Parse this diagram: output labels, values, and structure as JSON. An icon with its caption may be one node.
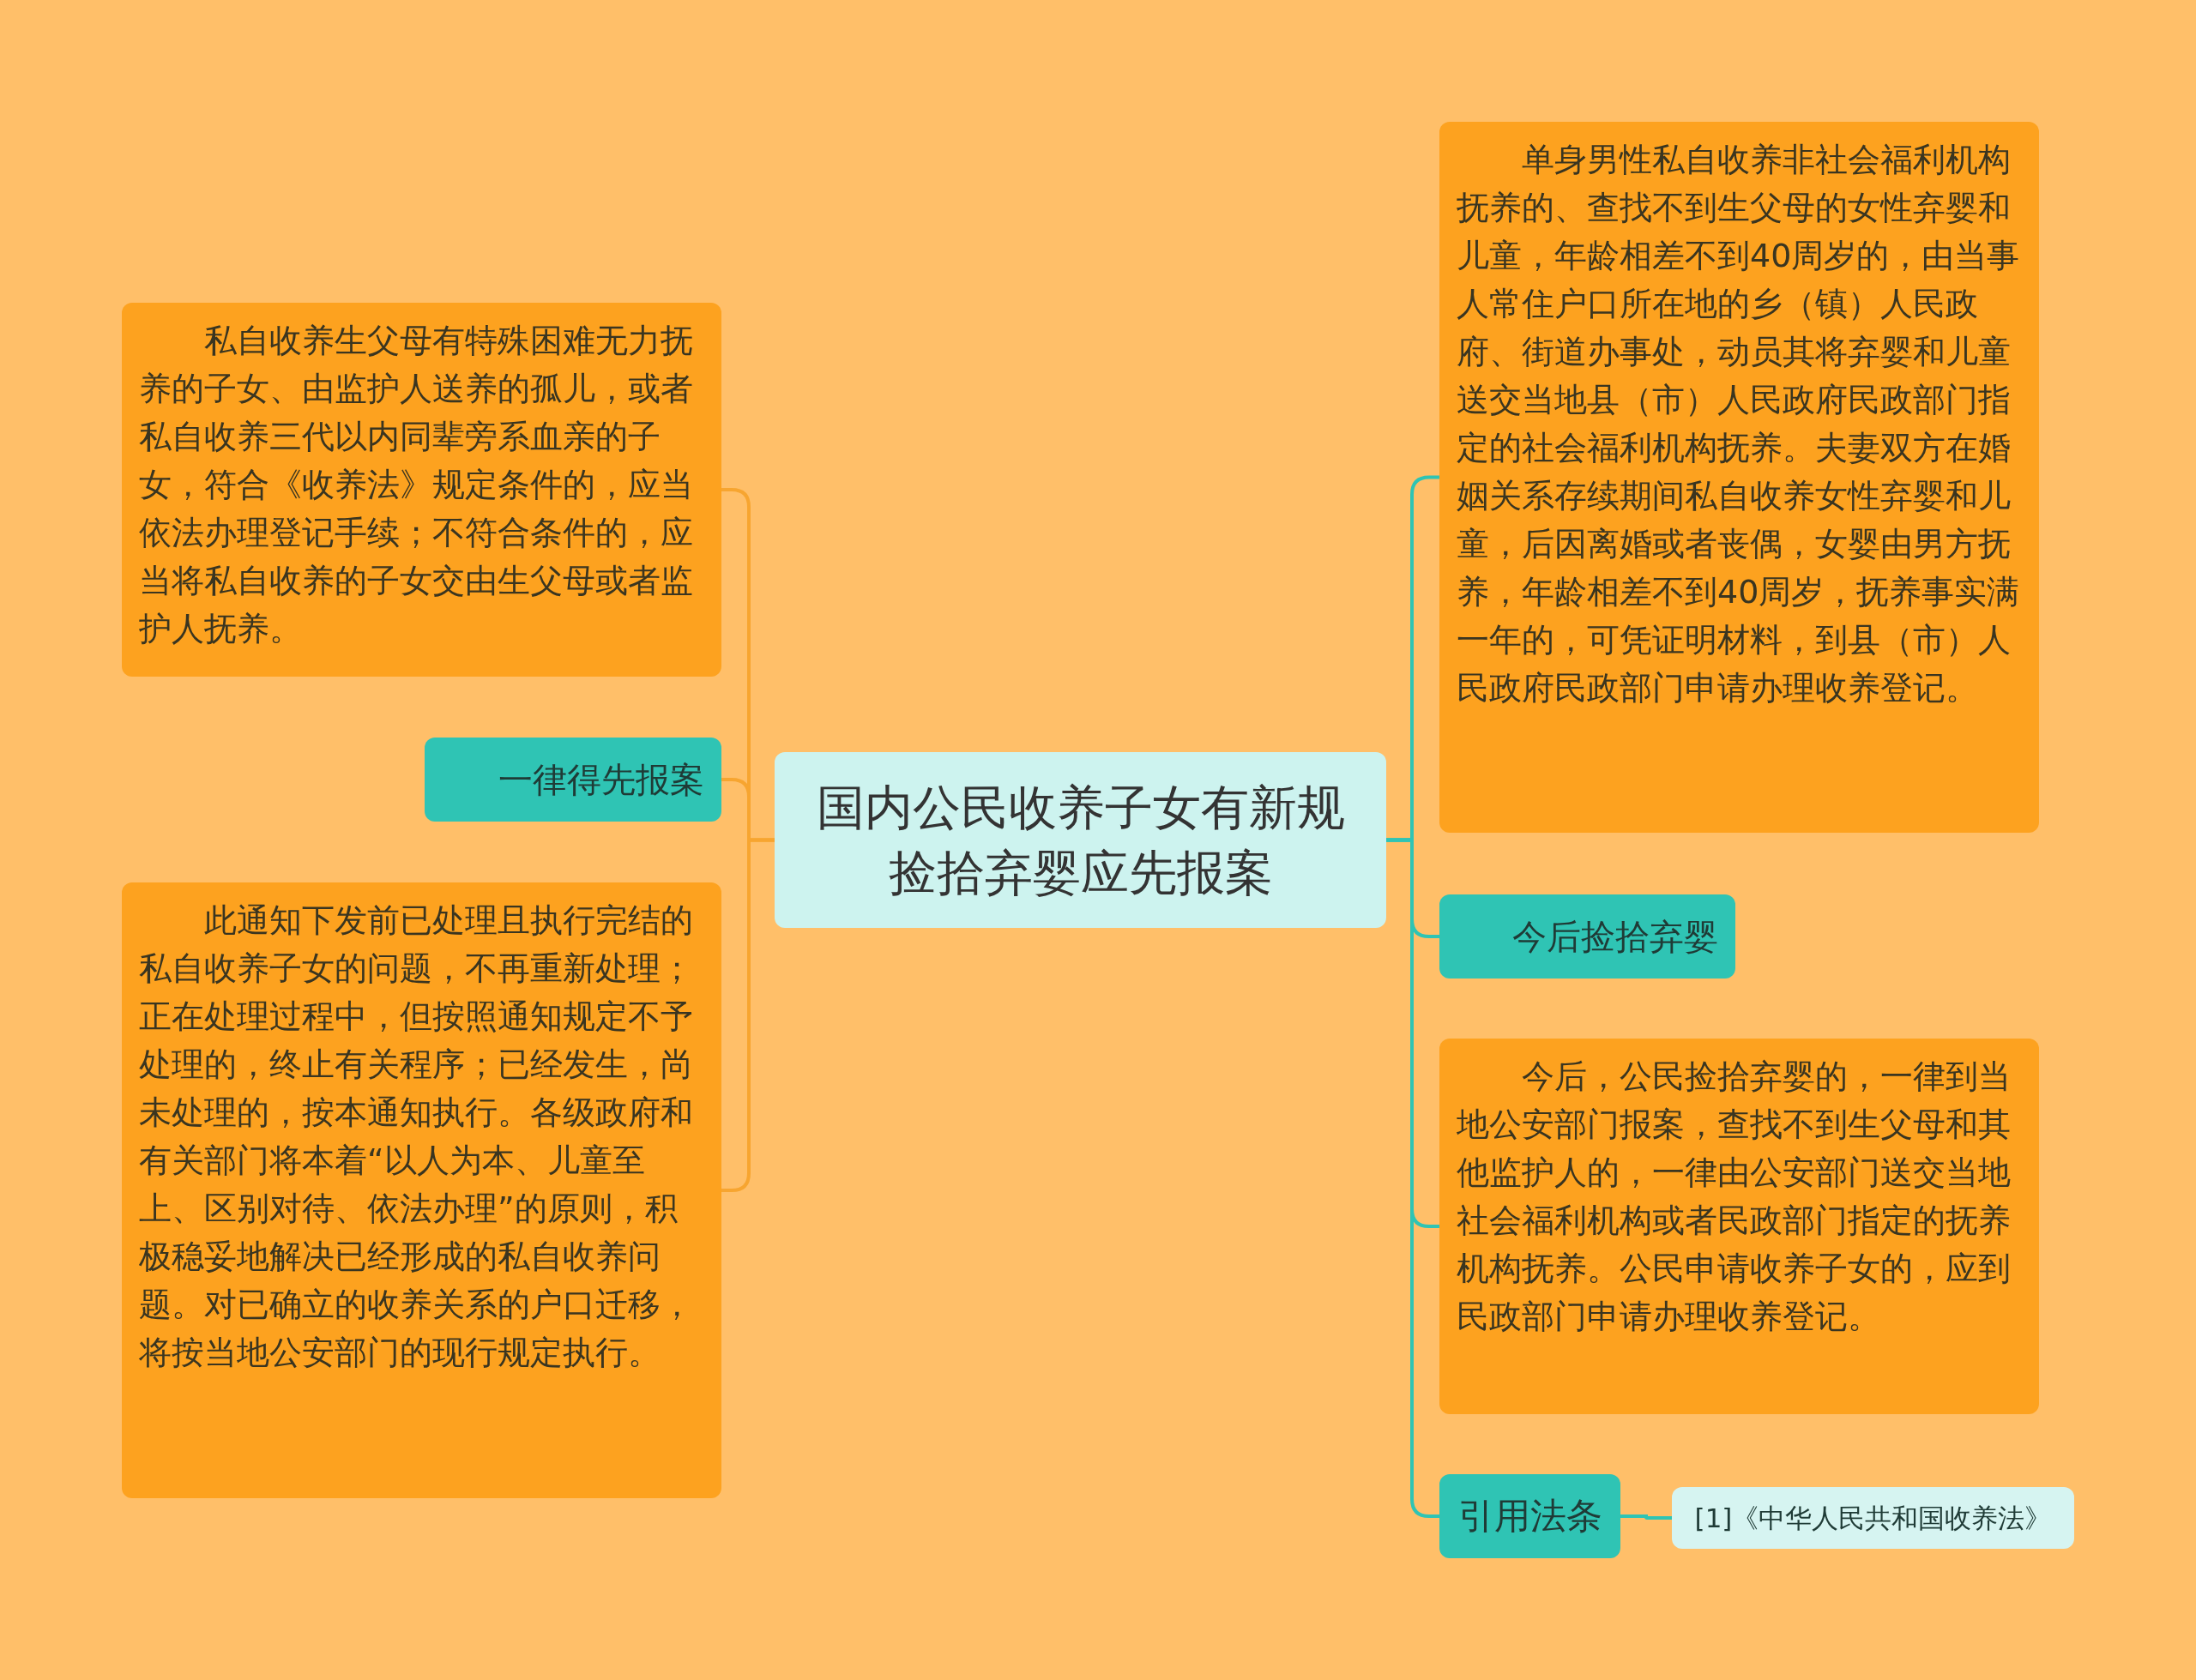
{
  "diagram": {
    "nodes": [
      {
        "text": [
          "国内公民收养子女有新规捡拾弃婴应先报案"
        ]
      },
      {
        "text": [
          "私自收养生父母有特殊困难无力抚养的子女、由监护人送养的孤儿，或者私自收养三代以内同辈旁系血亲的子女，符合《收养法》规定条件的，应当依法办理登记手续；不符合条件的，应当将私自收养的子女交由生父母或者监护人抚养。"
        ]
      },
      {
        "text": [
          "一律得先报案"
        ]
      },
      {
        "text": [
          "此通知下发前已处理且执行完结的私自收养子女的问题，不再重新处理；正在处理过程中，但按照通知规定不予处理的，终止有关程序；已经发生，尚未处理的，按本通知执行。各级政府和有关部门将本着“以人为本、儿童至上、区别对待、依法办理”的原则，积极稳妥地解决已经形成的私自收养问题。对已确立的收养关系的户口迁移，将按当地公安部门的现行规定执行。"
        ]
      },
      {
        "text": [
          "单身男性私自收养非社会福利机构抚养的、查找不到生父母的女性弃婴和儿童，年龄相差不到40周岁的，由当事人常住户口所在地的乡（镇）人民政府、街道办事处，动员其将弃婴和儿童送交当地县（市）人民政府民政部门指定的社会福利机构抚养。夫妻双方在婚姻关系存续期间私自收养女性弃婴和儿童，后因离婚或者丧偶，女婴由男方抚养，年龄相差不到40周岁，抚养事实满一年的，可凭证明材料，到县（市）人民政府民政部门申请办理收养登记。"
        ]
      },
      {
        "text": [
          "今后捡拾弃婴"
        ]
      },
      {
        "text": [
          "今后，公民捡拾弃婴的，一律到当地公安部门报案，查找不到生父母和其他监护人的，一律由公安部门送交当地社会福利机构或者民政部门指定的抚养机构抚养。公民申请收养子女的，应到民政部门申请办理收养登记。"
        ]
      },
      {
        "text": [
          "引用法条"
        ]
      },
      {
        "text": [
          "[1]《中华人民共和国收养法》"
        ]
      }
    ],
    "edges": [
      {
        "from": 0,
        "to": 1,
        "arrow": "none",
        "color": "#f7a530"
      },
      {
        "from": 0,
        "to": 2,
        "arrow": "none",
        "color": "#f7a530"
      },
      {
        "from": 0,
        "to": 3,
        "arrow": "none",
        "color": "#f7a530"
      },
      {
        "from": 0,
        "to": 4,
        "arrow": "none"
      },
      {
        "from": 0,
        "to": 5,
        "arrow": "none"
      },
      {
        "from": 0,
        "to": 6,
        "arrow": "none"
      },
      {
        "from": 0,
        "to": 7,
        "arrow": "none"
      },
      {
        "from": 7,
        "to": 8,
        "arrow": "none"
      }
    ]
  }
}
